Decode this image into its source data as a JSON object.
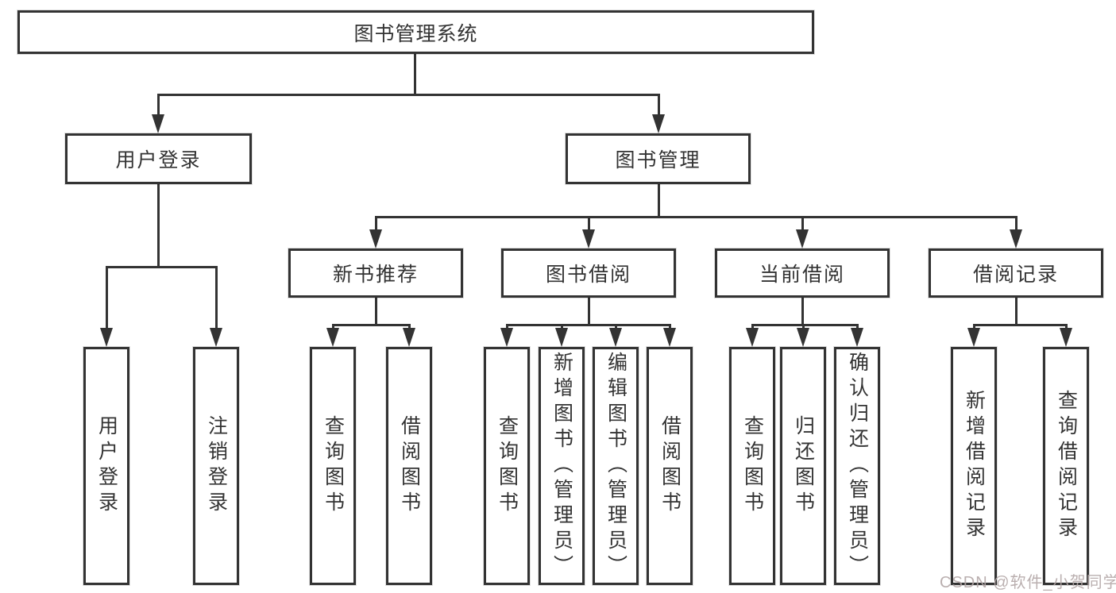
{
  "diagram": {
    "root": {
      "label": "图书管理系统"
    },
    "level2": [
      {
        "label": "用户登录"
      },
      {
        "label": "图书管理"
      }
    ],
    "level3": [
      {
        "label": "新书推荐",
        "parent": "图书管理"
      },
      {
        "label": "图书借阅",
        "parent": "图书管理"
      },
      {
        "label": "当前借阅",
        "parent": "图书管理"
      },
      {
        "label": "借阅记录",
        "parent": "图书管理"
      }
    ],
    "leaves": [
      {
        "label": "用户登录",
        "parent": "用户登录"
      },
      {
        "label": "注销登录",
        "parent": "用户登录"
      },
      {
        "label": "查询图书",
        "parent": "新书推荐"
      },
      {
        "label": "借阅图书",
        "parent": "新书推荐"
      },
      {
        "label": "查询图书",
        "parent": "图书借阅"
      },
      {
        "label": "新增图书（管理员）",
        "parent": "图书借阅"
      },
      {
        "label": "编辑图书（管理员）",
        "parent": "图书借阅"
      },
      {
        "label": "借阅图书",
        "parent": "图书借阅"
      },
      {
        "label": "查询图书",
        "parent": "当前借阅"
      },
      {
        "label": "归还图书",
        "parent": "当前借阅"
      },
      {
        "label": "确认归还（管理员）",
        "parent": "当前借阅"
      },
      {
        "label": "新增借阅记录",
        "parent": "借阅记录"
      },
      {
        "label": "查询借阅记录",
        "parent": "借阅记录"
      }
    ],
    "watermark": "CSDN @软件_小贺同学",
    "colors": {
      "line": "#333333",
      "text": "#333333",
      "watermark": "#b3a7a7"
    }
  }
}
